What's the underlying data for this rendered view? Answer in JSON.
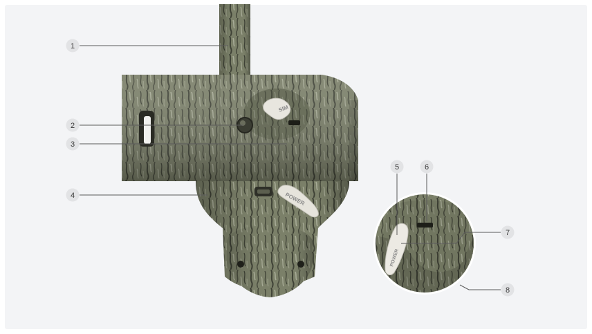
{
  "callouts": [
    "1",
    "2",
    "3",
    "4",
    "5",
    "6",
    "7",
    "8"
  ],
  "device_labels": {
    "sim_plug": "SIM",
    "power_plug": "POWER",
    "detail_plug": "POWER"
  },
  "colors": {
    "panel_bg": "#f3f4f6",
    "camo_base": "#7b8069",
    "camo_dark": "#3f4236",
    "camo_light": "#a7ab96",
    "badge_fill": "#e2e3e5",
    "leader_line": "#5a5a5a"
  }
}
